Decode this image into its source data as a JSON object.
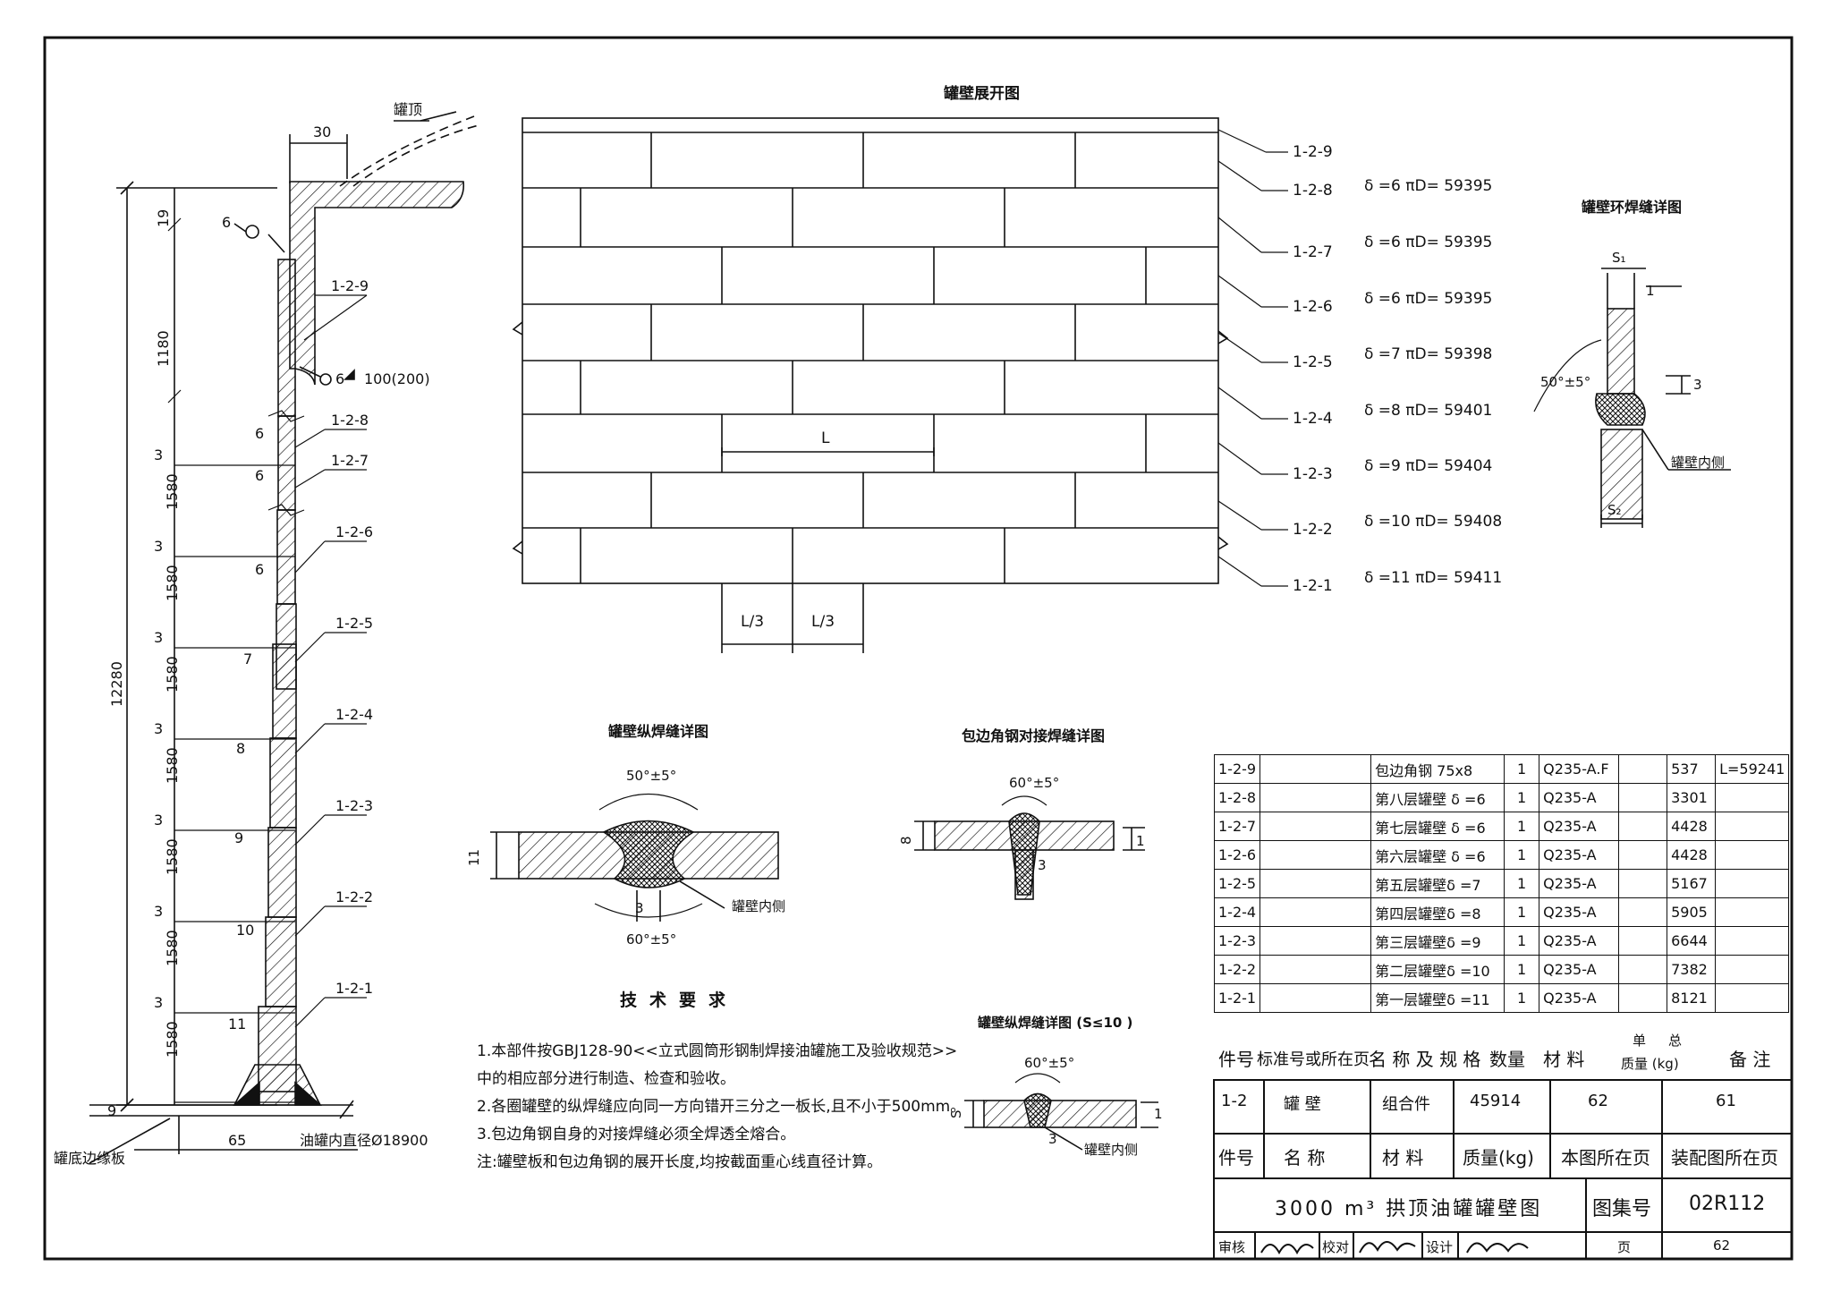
{
  "unfold_title": "罐壁展开图",
  "top_label": "罐顶",
  "rings": [
    {
      "id": "1-2-9",
      "spec": ""
    },
    {
      "id": "1-2-8",
      "spec": "δ =6  πD= 59395"
    },
    {
      "id": "1-2-7",
      "spec": "δ =6  πD= 59395"
    },
    {
      "id": "1-2-6",
      "spec": "δ =6  πD= 59395"
    },
    {
      "id": "1-2-5",
      "spec": "δ =7  πD= 59398"
    },
    {
      "id": "1-2-4",
      "spec": "δ =8  πD= 59401"
    },
    {
      "id": "1-2-3",
      "spec": "δ =9  πD= 59404"
    },
    {
      "id": "1-2-2",
      "spec": "δ =10  πD= 59408"
    },
    {
      "id": "1-2-1",
      "spec": "δ =11  πD= 59411"
    }
  ],
  "unfold_dims": {
    "L": "L",
    "third1": "L/3",
    "third2": "L/3"
  },
  "section": {
    "total_height": "12280",
    "top_dims": [
      "30",
      "19",
      "1180"
    ],
    "course_heights": [
      "1580",
      "1580",
      "1580",
      "1580",
      "1580",
      "1580",
      "1580"
    ],
    "gap_labels": [
      "3",
      "3",
      "3",
      "3",
      "3",
      "3",
      "3",
      "9"
    ],
    "thickness_labels": [
      "6",
      "6",
      "6",
      "7",
      "8",
      "9",
      "10",
      "11"
    ],
    "weld_1": "6",
    "weld_2": "6",
    "weld_2_note": "100(200)",
    "bottom_left": "65",
    "bottom_plate": "罐底边缘板",
    "inner_diameter": "油罐内直径Ø18900"
  },
  "circ_weld": {
    "title": "罐壁环焊缝详图",
    "s1": "S₁",
    "one": "1",
    "angle": "50°±5°",
    "three": "3",
    "inner": "罐壁内侧",
    "s2": "S₂"
  },
  "long_weld": {
    "title": "罐壁纵焊缝详图",
    "top_angle": "50°±5°",
    "bottom_angle": "60°±5°",
    "h": "11",
    "gap": "3",
    "inner": "罐壁内侧"
  },
  "angle_weld": {
    "title": "包边角钢对接焊缝详图",
    "angle": "60°±5°",
    "h": "8",
    "gap": "3",
    "one": "1"
  },
  "thin_weld": {
    "title": "罐壁纵焊缝详图 (S≤10 )",
    "angle": "60°±5°",
    "s": "S",
    "gap": "3",
    "inner": "罐壁内侧",
    "one": "1"
  },
  "tech_req": {
    "title": "技术要求",
    "lines": [
      "1.本部件按GBJ128-90<<立式圆筒形钢制焊接油罐施工及验收规范>>",
      "   中的相应部分进行制造、检查和验收。",
      "2.各圈罐壁的纵焊缝应向同一方向错开三分之一板长,且不小于500mm。",
      "3.包边角钢自身的对接焊缝必须全焊透全熔合。",
      "注:罐壁板和包边角钢的展开长度,均按截面重心线直径计算。"
    ]
  },
  "bom": {
    "rows": [
      {
        "part": "1-2-9",
        "name": "包边角钢 75x8",
        "qty": "1",
        "material": "Q235-A.F",
        "unit": "",
        "total": "537",
        "note": "L=59241"
      },
      {
        "part": "1-2-8",
        "name": "第八层罐壁 δ =6",
        "qty": "1",
        "material": "Q235-A",
        "unit": "",
        "total": "3301",
        "note": ""
      },
      {
        "part": "1-2-7",
        "name": "第七层罐壁 δ =6",
        "qty": "1",
        "material": "Q235-A",
        "unit": "",
        "total": "4428",
        "note": ""
      },
      {
        "part": "1-2-6",
        "name": "第六层罐壁 δ =6",
        "qty": "1",
        "material": "Q235-A",
        "unit": "",
        "total": "4428",
        "note": ""
      },
      {
        "part": "1-2-5",
        "name": "第五层罐壁δ =7",
        "qty": "1",
        "material": "Q235-A",
        "unit": "",
        "total": "5167",
        "note": ""
      },
      {
        "part": "1-2-4",
        "name": "第四层罐壁δ =8",
        "qty": "1",
        "material": "Q235-A",
        "unit": "",
        "total": "5905",
        "note": ""
      },
      {
        "part": "1-2-3",
        "name": "第三层罐壁δ =9",
        "qty": "1",
        "material": "Q235-A",
        "unit": "",
        "total": "6644",
        "note": ""
      },
      {
        "part": "1-2-2",
        "name": "第二层罐壁δ =10",
        "qty": "1",
        "material": "Q235-A",
        "unit": "",
        "total": "7382",
        "note": ""
      },
      {
        "part": "1-2-1",
        "name": "第一层罐壁δ =11",
        "qty": "1",
        "material": "Q235-A",
        "unit": "",
        "total": "8121",
        "note": ""
      }
    ],
    "header": {
      "part": "件号",
      "std": "标准号或所在页",
      "name": "名 称 及 规 格",
      "qty": "数量",
      "material": "材 料",
      "unit": "单",
      "total": "总",
      "mass": "质量 (kg)",
      "note": "备 注"
    }
  },
  "assembly": {
    "part": "1-2",
    "name": "罐 壁",
    "material": "组合件",
    "mass": "45914",
    "page": "62",
    "asm_page": "61"
  },
  "assembly_header": {
    "part": "件号",
    "name": "名 称",
    "material": "材 料",
    "mass": "质量(kg)",
    "page": "本图所在页",
    "asm_page": "装配图所在页"
  },
  "title_block": {
    "title": "3000 m³ 拱顶油罐罐壁图",
    "atlas_label": "图集号",
    "atlas": "02R112",
    "review": "审核",
    "check": "校对",
    "design": "设计",
    "page_label": "页",
    "page": "62"
  }
}
